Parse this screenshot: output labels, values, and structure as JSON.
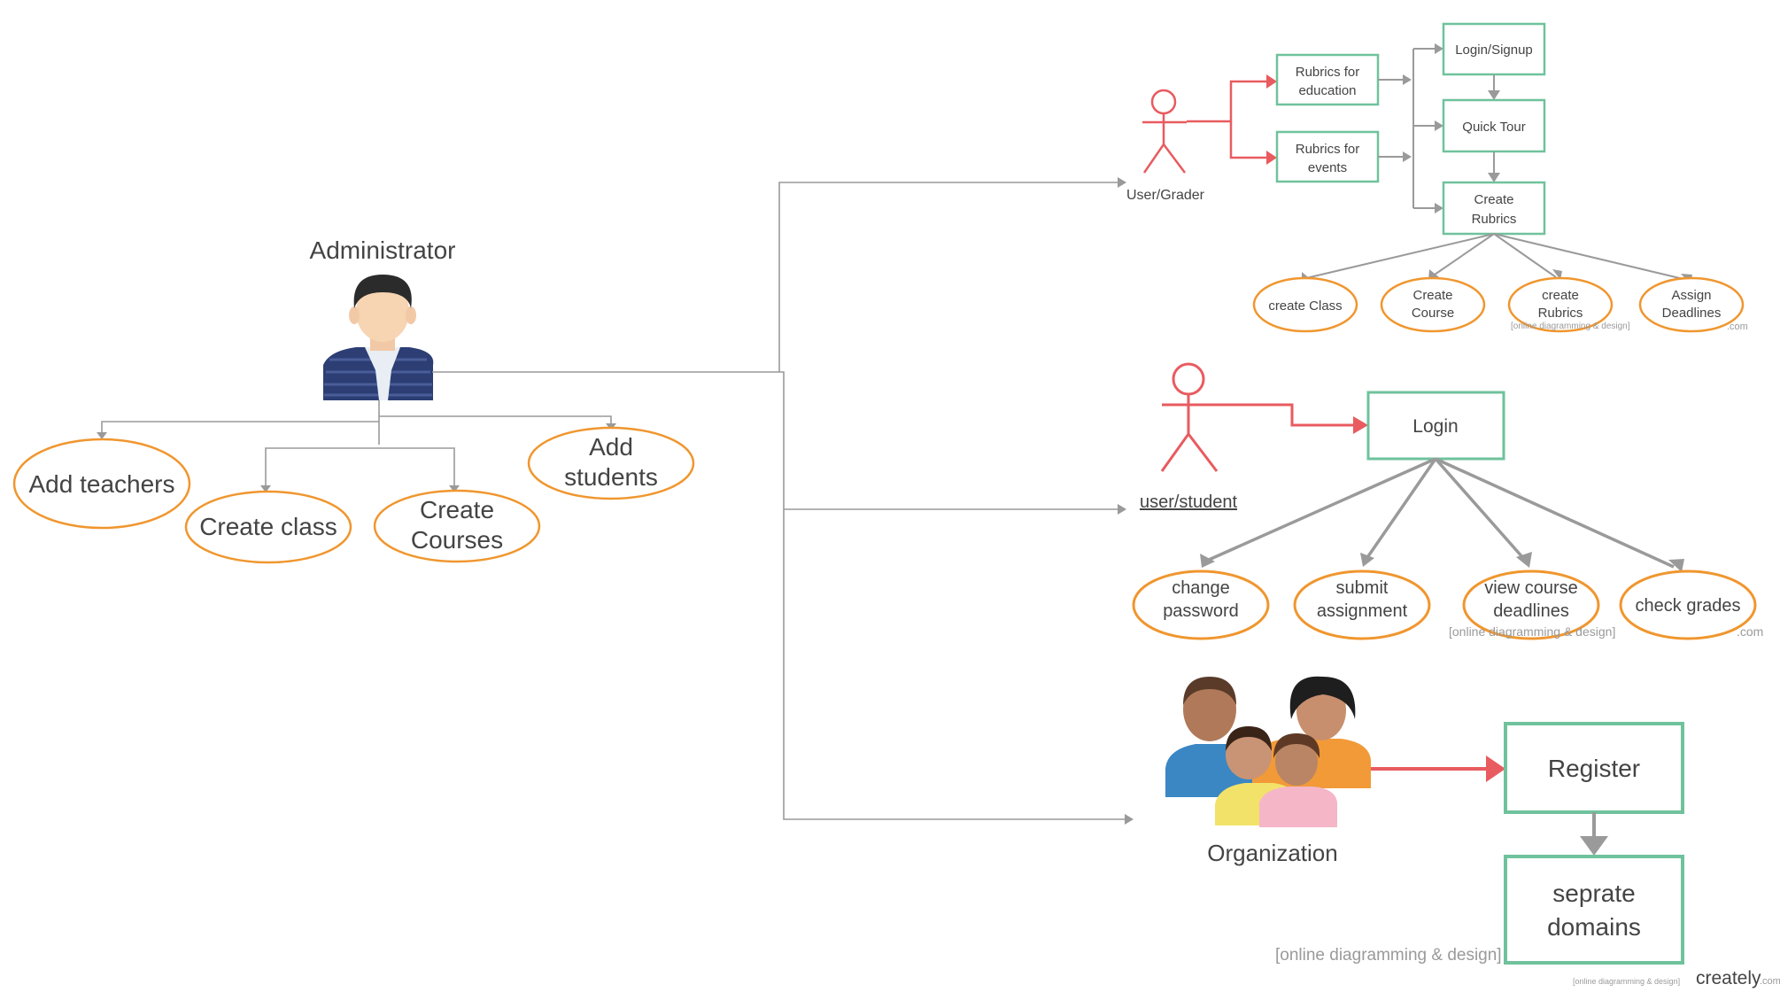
{
  "admin": {
    "title": "Administrator",
    "actions": [
      "Add teachers",
      "Create class",
      "Create Courses",
      "Add students"
    ]
  },
  "grader": {
    "actor": "User/Grader",
    "rubrics": [
      "Rubrics for education",
      "Rubrics for events"
    ],
    "flow": [
      "Login/Signup",
      "Quick Tour",
      "Create Rubrics"
    ],
    "tasks": [
      "create Class",
      "Create Course",
      "create Rubrics",
      "Assign Deadlines"
    ]
  },
  "student": {
    "actor": "user/student",
    "login": "Login",
    "tasks": [
      "change password",
      "submit assignment",
      "view course deadlines",
      "check grades"
    ]
  },
  "organization": {
    "actor": "Organization",
    "steps": [
      "Register",
      "seprate domains"
    ]
  },
  "watermark": {
    "tagline": "[online diagramming & design]",
    "brand": "creately",
    "tld": ".com"
  },
  "colors": {
    "ellipse_stroke": "#f0962e",
    "box_stroke": "#6fc29c",
    "connector": "#9a9a9a",
    "actor_red": "#e85b5f"
  }
}
